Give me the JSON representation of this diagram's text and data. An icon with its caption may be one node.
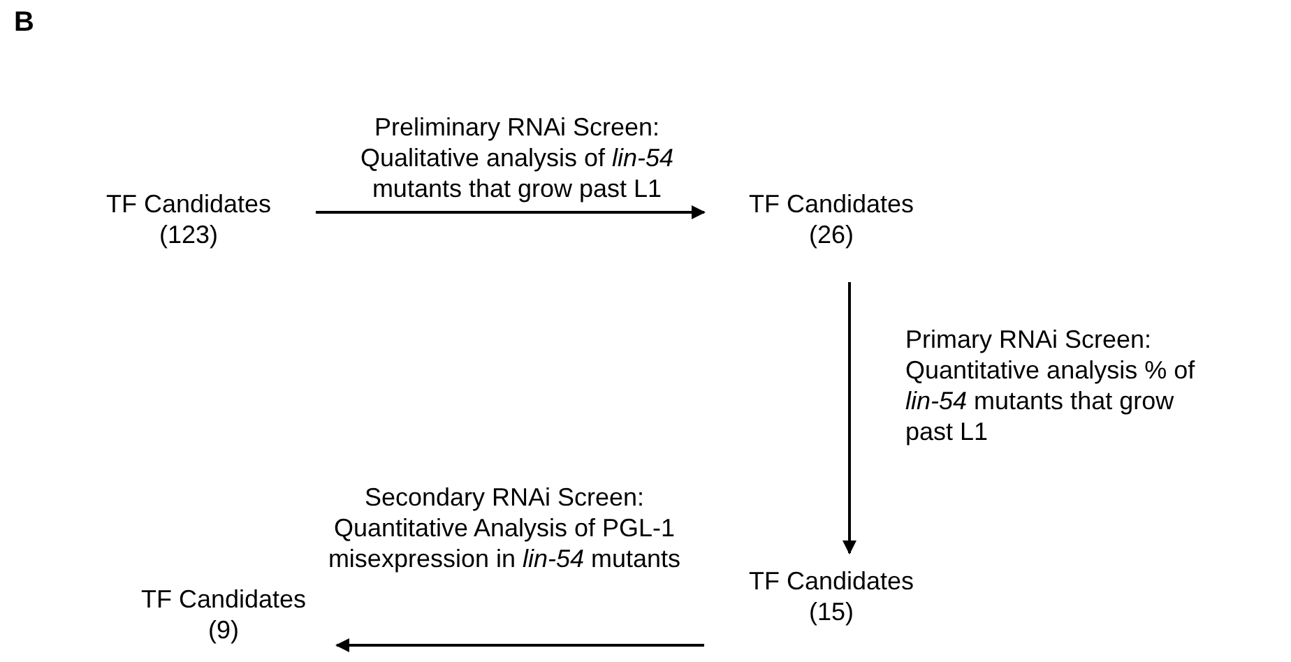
{
  "diagram": {
    "nodes": [
      {
        "text": [
          "TF Candidates",
          "(123)"
        ]
      },
      {
        "text": [
          "TF Candidates",
          "(26)"
        ]
      },
      {
        "text": [
          "TF Candidates",
          "(15)"
        ]
      },
      {
        "text": [
          "TF Candidates",
          "(9)"
        ]
      }
    ],
    "edges": [
      {
        "from": 0,
        "to": 1,
        "arrow": "to",
        "label": "Preliminary RNAi Screen: Qualitative analysis of *lin-54* mutants that grow past L1"
      },
      {
        "from": 1,
        "to": 2,
        "arrow": "to",
        "label": "Primary RNAi Screen: Quantitative analysis % of *lin-54* mutants that grow past L1"
      },
      {
        "from": 2,
        "to": 3,
        "arrow": "to",
        "label": "Secondary RNAi Screen: Quantitative Analysis of PGL-1 misexpression in *lin-54* mutants"
      }
    ],
    "labels": [
      "B"
    ]
  }
}
